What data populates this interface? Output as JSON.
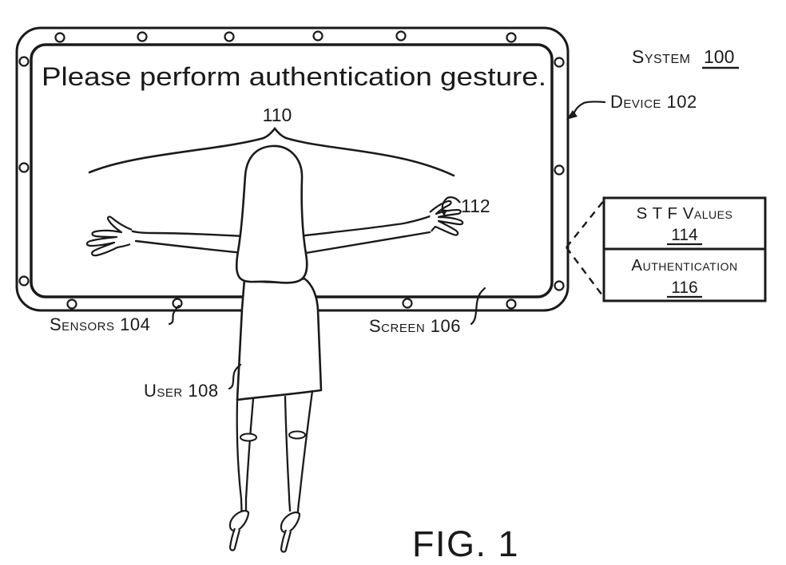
{
  "figure": {
    "caption": "FIG. 1",
    "screen": {
      "message": "Please perform authentication gesture."
    },
    "labels": {
      "system": {
        "text": "System",
        "ref": "100"
      },
      "device": {
        "text": "Device 102"
      },
      "sensors": {
        "text": "Sensors 104"
      },
      "screen": {
        "text": "Screen 106"
      },
      "user": {
        "text": "User 108"
      },
      "gesture_arc_ref": "110",
      "hand_motion_ref": "112"
    },
    "info_box": {
      "cells": [
        {
          "label": "S T F Values",
          "ref": "114"
        },
        {
          "label": "Authentication",
          "ref": "116"
        }
      ]
    },
    "colors": {
      "ink": "#1a1a1a",
      "background": "#ffffff"
    }
  }
}
